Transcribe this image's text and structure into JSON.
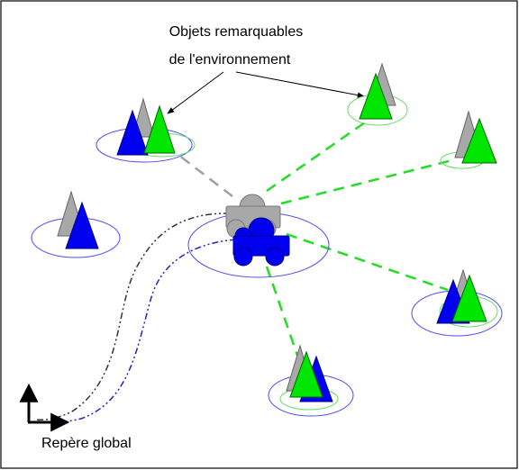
{
  "title": {
    "line1": "Objets remarquables",
    "line2": "de l'environnement"
  },
  "frame_label": "Repère global",
  "colors": {
    "observed": "#00e600",
    "landmark_estimate": "#0000ee",
    "robot_previous": "#a8a8a8",
    "robot_current": "#0000ee",
    "observation_line": "#22dd22",
    "old_observation_line": "#a0a0a0",
    "path_previous": "#333333",
    "path_current": "#2222cc",
    "ellipse_blue": "#4c4cff",
    "ellipse_green": "#66dd66",
    "frame": "#000000"
  }
}
